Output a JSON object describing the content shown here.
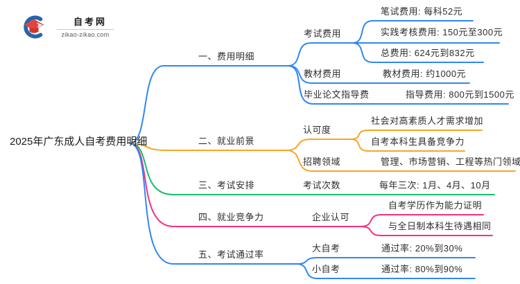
{
  "logo": {
    "site_name": "自考网",
    "site_url": "zikao-zikao.com",
    "brand_blue": "#2565AD",
    "brand_red": "#E2453E"
  },
  "mindmap": {
    "root": "2025年广东成人自考费用明细",
    "branches": [
      {
        "label": "一、费用明细",
        "color": "#2F87F0",
        "children": [
          {
            "label": "考试费用",
            "children": [
              {
                "label": "笔试费用: 每科52元"
              },
              {
                "label": "实践考核费用: 150元至300元"
              },
              {
                "label": "总费用: 624元到832元"
              }
            ]
          },
          {
            "label": "教材费用",
            "children": [
              {
                "label": "教材费用: 约1000元"
              }
            ]
          },
          {
            "label": "毕业论文指导费",
            "children": [
              {
                "label": "指导费用: 800元到1500元"
              }
            ]
          }
        ]
      },
      {
        "label": "二、就业前景",
        "color": "#F5A623",
        "children": [
          {
            "label": "认可度",
            "children": [
              {
                "label": "社会对高素质人才需求增加"
              },
              {
                "label": "自考本科生具备竞争力"
              }
            ]
          },
          {
            "label": "招聘领域",
            "children": [
              {
                "label": "管理、市场营销、工程等热门领域"
              }
            ]
          }
        ]
      },
      {
        "label": "三、考试安排",
        "color": "#15BE6B",
        "children": [
          {
            "label": "考试次数",
            "children": [
              {
                "label": "每年三次: 1月、4月、10月"
              }
            ]
          }
        ]
      },
      {
        "label": "四、就业竞争力",
        "color": "#F5317F",
        "children": [
          {
            "label": "企业认可",
            "children": [
              {
                "label": "自考学历作为能力证明"
              },
              {
                "label": "与全日制本科生待遇相同"
              }
            ]
          }
        ]
      },
      {
        "label": "五、考试通过率",
        "color": "#2F87F0",
        "children": [
          {
            "label": "大自考",
            "children": [
              {
                "label": "通过率: 20%到30%"
              }
            ]
          },
          {
            "label": "小自考",
            "children": [
              {
                "label": "通过率: 80%到90%"
              }
            ]
          }
        ]
      }
    ]
  }
}
